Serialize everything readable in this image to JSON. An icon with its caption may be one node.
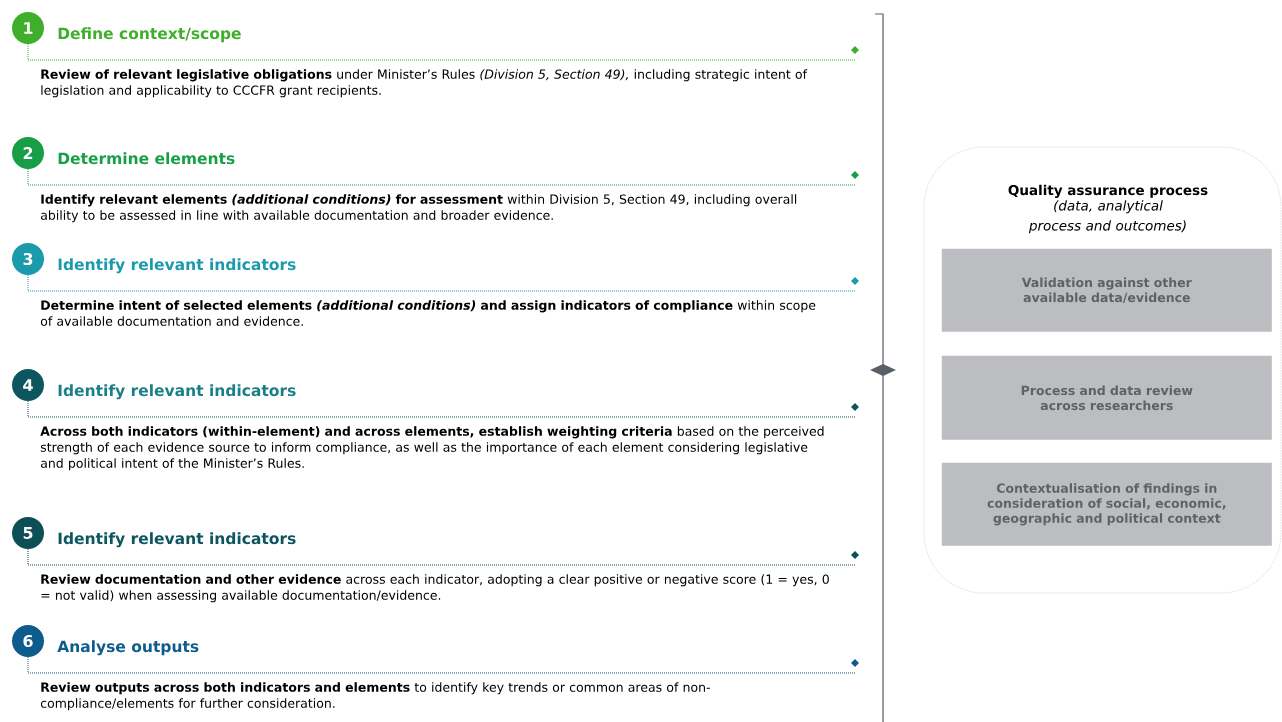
{
  "diagram": {
    "nodes": [
      {
        "text": [
          "1"
        ],
        "beside": [
          "Define context/scope",
          "**Review of relevant legislative obligations** under Minister’s Rules *(Division 5, Section 49),* including strategic intent of legislation and applicability to CCCFR grant recipients."
        ]
      },
      {
        "text": [
          "2"
        ],
        "beside": [
          "Determine elements",
          "**Identify relevant elements *(additional conditions)* for assessment** within Division 5, Section 49, including overall ability to be assessed in line with available documentation and broader evidence."
        ]
      },
      {
        "text": [
          "3"
        ],
        "beside": [
          "Identify relevant indicators",
          "**Determine intent of selected elements *(additional conditions)* and assign indicators of compliance** within scope of available documentation and evidence."
        ]
      },
      {
        "text": [
          "4"
        ],
        "beside": [
          "Identify relevant indicators",
          "**Across both indicators (within-element) and across elements, establish weighting criteria** based on the perceived strength of each evidence source to inform compliance, as well as the importance of each element considering legislative and political intent of the Minister’s Rules."
        ]
      },
      {
        "text": [
          "5"
        ],
        "beside": [
          "Identify relevant indicators",
          "**Review documentation and other evidence** across each indicator, adopting a clear positive or negative score (1 = yes, 0 = not valid) when assessing available documentation/evidence."
        ]
      },
      {
        "text": [
          "6"
        ],
        "beside": [
          "Analyse outputs",
          "**Review outputs across both indicators and elements** to identify key trends or common areas of non-compliance/elements for further consideration."
        ]
      },
      {
        "text": [
          "Quality assurance process",
          "(data, analytical process and outcomes)"
        ]
      },
      {
        "text": [
          "Validation against other available data/evidence"
        ],
        "in": 6
      },
      {
        "text": [
          "Process and data review across researchers"
        ],
        "in": 6
      },
      {
        "text": [
          "Contextualisation of findings in consideration of social, economic, geographic and political context"
        ],
        "in": 6
      }
    ]
  }
}
